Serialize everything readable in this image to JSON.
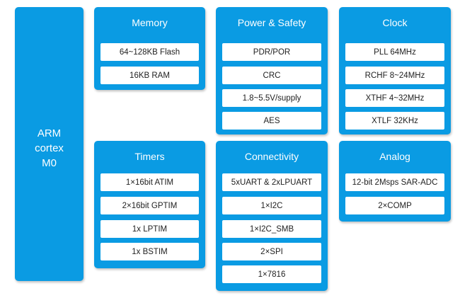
{
  "cpu": {
    "lines": [
      "ARM",
      "cortex",
      "M0"
    ]
  },
  "blocks": {
    "memory": {
      "title": "Memory",
      "items": [
        "64~128KB Flash",
        "16KB RAM"
      ]
    },
    "power": {
      "title": "Power  &  Safety",
      "items": [
        "PDR/POR",
        "CRC",
        "1.8~5.5V/supply",
        "AES"
      ]
    },
    "clock": {
      "title": "Clock",
      "items": [
        "PLL 64MHz",
        "RCHF 8~24MHz",
        "XTHF 4~32MHz",
        "XTLF 32KHz"
      ]
    },
    "timers": {
      "title": "Timers",
      "items": [
        "1×16bit ATIM",
        "2×16bit GPTIM",
        "1x LPTIM",
        "1x BSTIM"
      ]
    },
    "connectivity": {
      "title": "Connectivity",
      "items": [
        "5xUART & 2xLPUART",
        "1×I2C",
        "1×I2C_SMB",
        "2×SPI",
        "1×7816"
      ]
    },
    "analog": {
      "title": "Analog",
      "items": [
        "12-bit 2Msps SAR-ADC",
        "2×COMP"
      ]
    }
  },
  "colors": {
    "block": "#0a9be3",
    "item_bg": "#ffffff",
    "item_text": "#222222"
  }
}
